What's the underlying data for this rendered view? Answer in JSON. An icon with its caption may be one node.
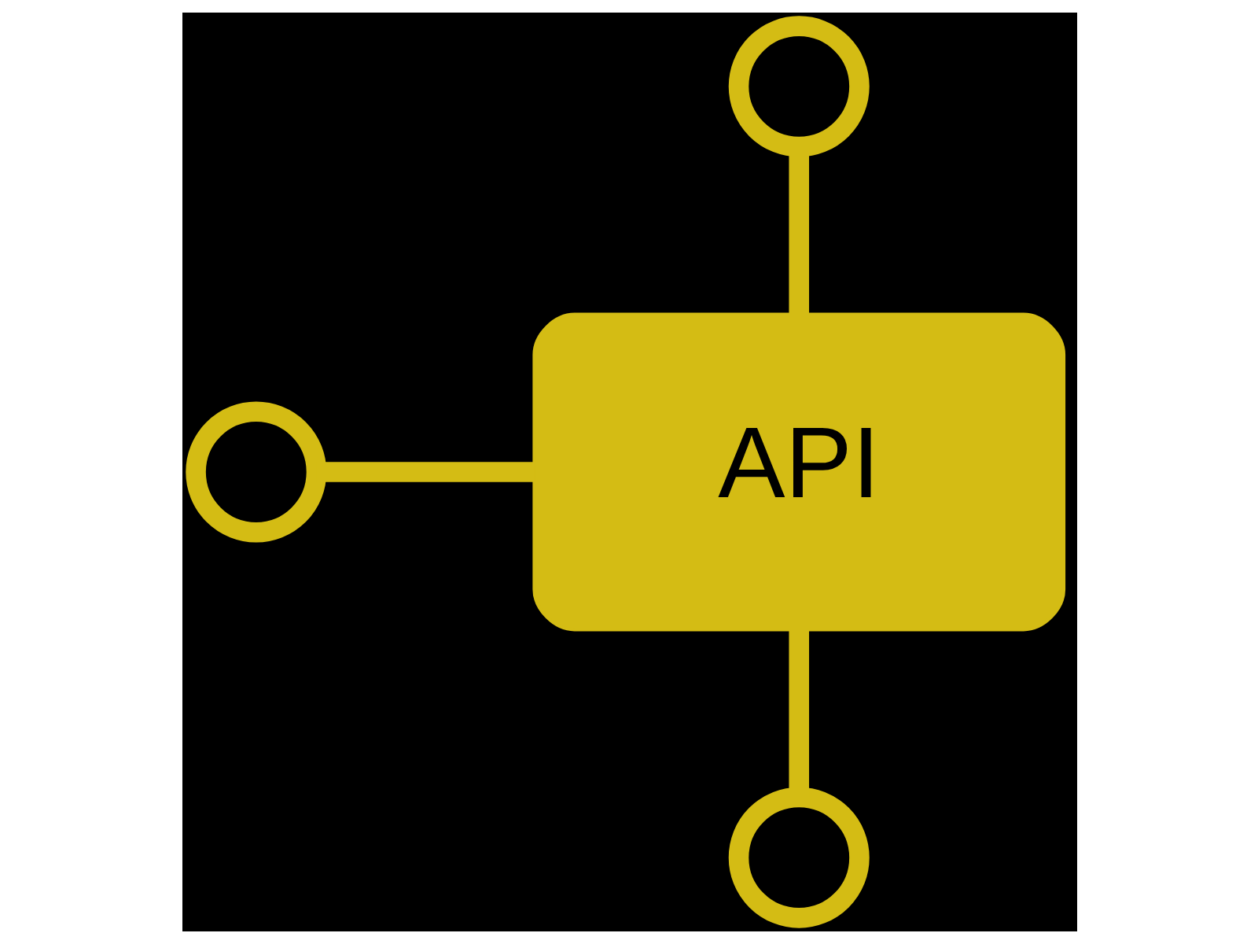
{
  "diagram": {
    "nodes": [
      {
        "text": [],
        "shape": "circle"
      },
      {
        "text": [],
        "shape": "circle"
      },
      {
        "text": [
          "API"
        ]
      },
      {
        "text": [],
        "shape": "circle"
      }
    ],
    "edges": [
      {
        "from": 0,
        "to": 2,
        "arrow": "none"
      },
      {
        "from": 1,
        "to": 2,
        "arrow": "none"
      },
      {
        "from": 2,
        "to": 3,
        "arrow": "none"
      }
    ]
  }
}
